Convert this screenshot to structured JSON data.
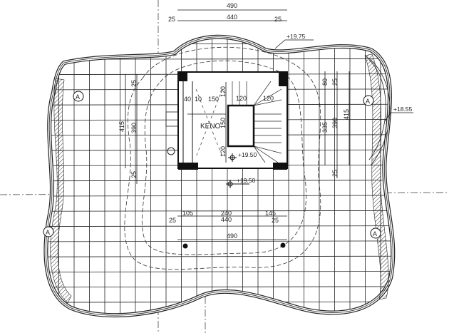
{
  "drawing": {
    "top_dims": {
      "total": "490",
      "left": "25",
      "middle": "440",
      "right": "25"
    },
    "bottom_dims": {
      "total": "490",
      "middle": "440",
      "left": "25",
      "right": "25",
      "seg1": "105",
      "seg2": "240",
      "seg3": "145"
    },
    "left_dims": {
      "total": "415",
      "middle": "390",
      "top": "25",
      "bottom": "25"
    },
    "right_dims": {
      "top_small": "80",
      "top": "25",
      "middle_a": "335",
      "middle_b": "390",
      "total": "415",
      "bottom": "25"
    },
    "core_dims": {
      "d40": "40",
      "d10": "10",
      "d150a": "150",
      "d120a": "120",
      "d120b": "120",
      "d120c": "120",
      "d150b": "150",
      "d120d": "120"
    },
    "room_label": "KENO",
    "levels": {
      "roof_edge": "+19.75",
      "side": "+18.55",
      "stair_landing": "+19.50",
      "terrace": "+19.50"
    },
    "section_marks": [
      "A",
      "A",
      "A",
      "A"
    ]
  }
}
